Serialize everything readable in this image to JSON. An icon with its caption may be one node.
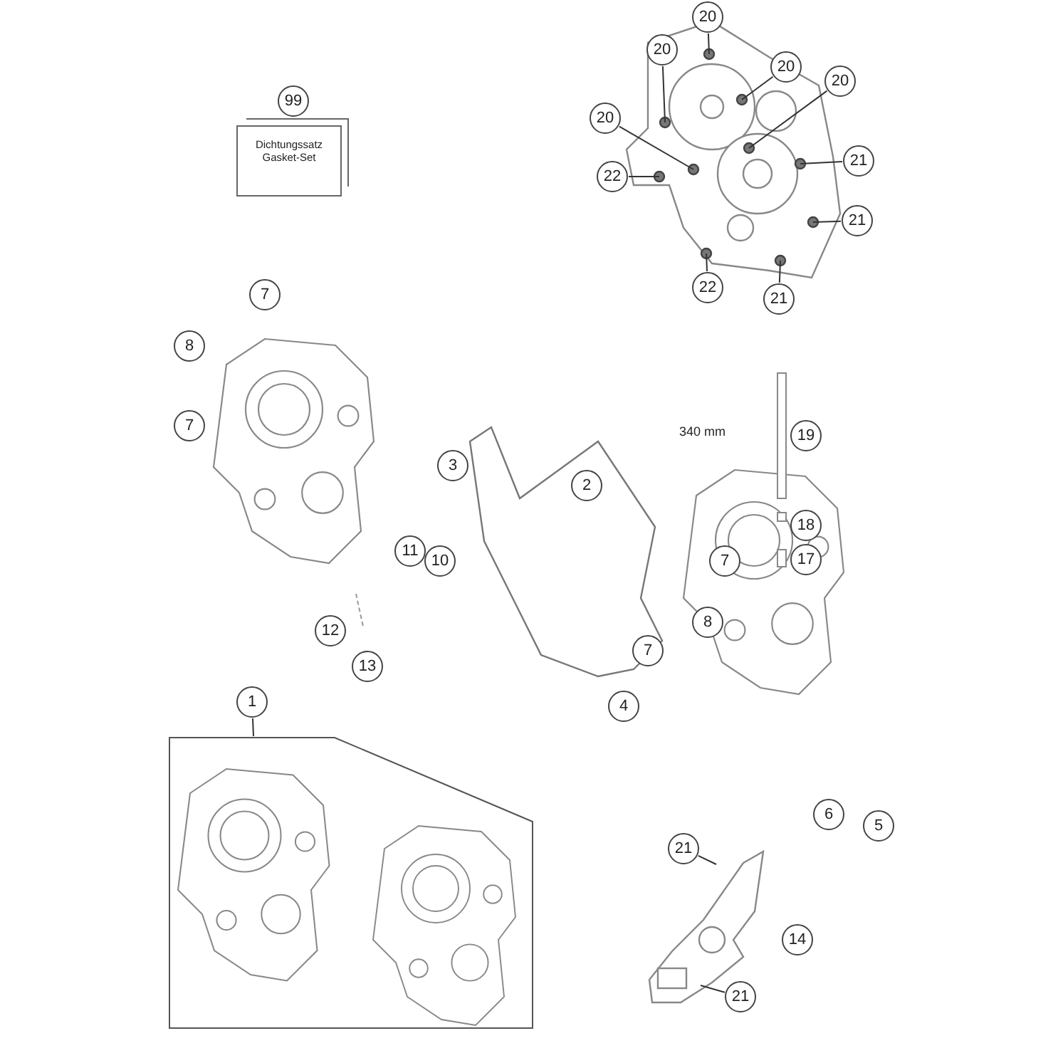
{
  "diagram": {
    "nodes": [
      {
        "text": [
          "20"
        ]
      },
      {
        "text": [
          "20"
        ]
      },
      {
        "text": [
          "20"
        ]
      },
      {
        "text": [
          "20"
        ]
      },
      {
        "text": [
          "99"
        ]
      },
      {
        "text": [
          "20"
        ]
      },
      {
        "text": [
          "Dichtungssatz Gasket-Set"
        ]
      },
      {
        "text": [
          "21"
        ]
      },
      {
        "text": [
          "22"
        ]
      },
      {
        "text": [
          "21"
        ]
      },
      {
        "text": [
          "22"
        ]
      },
      {
        "text": [
          "7"
        ]
      },
      {
        "text": [
          "21"
        ]
      },
      {
        "text": [
          "8"
        ]
      },
      {
        "text": [
          "7"
        ]
      },
      {
        "text": [
          "19"
        ]
      },
      {
        "text": [
          "3"
        ]
      },
      {
        "text": [
          "2"
        ]
      },
      {
        "text": [
          "18"
        ]
      },
      {
        "text": [
          "11"
        ]
      },
      {
        "text": [
          "17"
        ]
      },
      {
        "text": [
          "10"
        ]
      },
      {
        "text": [
          "7"
        ]
      },
      {
        "text": [
          "8"
        ]
      },
      {
        "text": [
          "12"
        ]
      },
      {
        "text": [
          "7"
        ]
      },
      {
        "text": [
          "13"
        ]
      },
      {
        "text": [
          "1"
        ]
      },
      {
        "text": [
          "4"
        ]
      },
      {
        "text": [],
        "shape": "box"
      },
      {
        "text": [
          "6"
        ]
      },
      {
        "text": [
          "5"
        ]
      },
      {
        "text": [
          "21"
        ]
      },
      {
        "text": [
          "14"
        ]
      },
      {
        "text": [
          "21"
        ]
      }
    ],
    "edges": [
      {
        "from": 0,
        "to": null,
        "arrow": "none"
      },
      {
        "from": 1,
        "to": null,
        "arrow": "none"
      },
      {
        "from": 2,
        "to": null,
        "arrow": "none"
      },
      {
        "from": 3,
        "to": null,
        "arrow": "none"
      },
      {
        "from": 5,
        "to": null,
        "arrow": "none"
      },
      {
        "from": 7,
        "to": null,
        "arrow": "none"
      },
      {
        "from": 8,
        "to": null,
        "arrow": "none"
      },
      {
        "from": 9,
        "to": null,
        "arrow": "none"
      },
      {
        "from": 10,
        "to": null,
        "arrow": "none"
      },
      {
        "from": 12,
        "to": null,
        "arrow": "none"
      },
      {
        "from": 27,
        "to": 29,
        "arrow": "none"
      },
      {
        "from": 32,
        "to": null,
        "arrow": "none"
      },
      {
        "from": 34,
        "to": null,
        "arrow": "none"
      }
    ],
    "labels": [
      "340 mm"
    ]
  }
}
